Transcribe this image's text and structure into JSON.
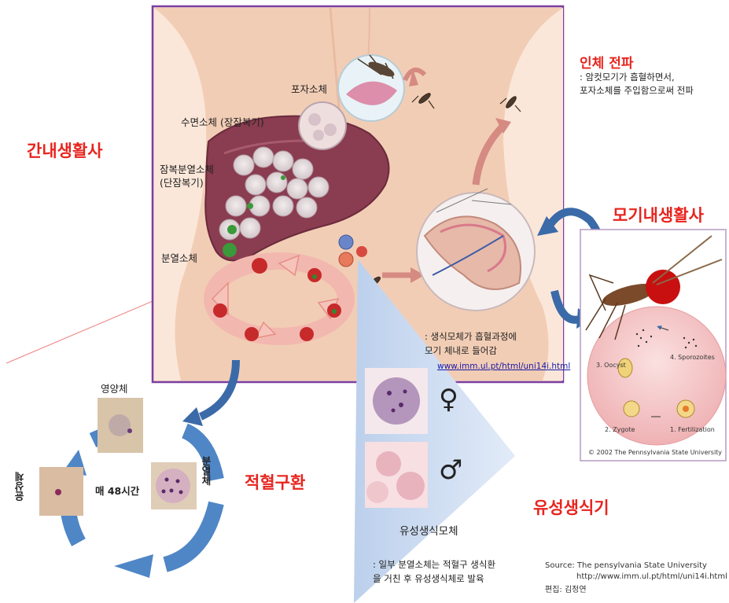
{
  "diagram": {
    "sections": {
      "liver_cycle": "간내생활사",
      "mosquito_cycle": "모기내생활사",
      "blood_cycle": "적혈구환",
      "sexual_stage": "유성생식기"
    },
    "transmission": {
      "title": "인체 전파",
      "description_line1": ": 암컷모기가 흡혈하면서,",
      "description_line2": "포자소체를 주입함으로써 전파"
    },
    "liver_labels": {
      "sporozoite": "포자소체",
      "hypnozoite": "수면소체 (장잠복기)",
      "latent_schizont_line1": "잠복분열소체",
      "latent_schizont_line2": "(단잠복기)",
      "merozoite": "분열소체"
    },
    "gametocyte_note": {
      "line1": ": 생식모체가 흡혈과정에",
      "line2": "모기 체내로 들어감",
      "link": "www.imm.ul.pt/html/uni14i.html"
    },
    "blood_cycle_labels": {
      "trophozoite": "영양체",
      "schizont": "분열체",
      "ring_form": "윤상체",
      "period": "매 48시간"
    },
    "sexual": {
      "female_symbol": "♀",
      "male_symbol": "♂",
      "gametocyte": "유성생식모체",
      "note_line1": ": 일부 분열소체는 적혈구 생식환",
      "note_line2": "을 거친 후 유성생식체로 발육"
    },
    "mosquito_panel": {
      "stage_oocyst": "3. Oocyst",
      "stage_sporozoites": "4. Sporozoites",
      "stage_zygote": "2. Zygote",
      "stage_fertilization": "1. Fertilization",
      "copyright": "© 2002  The Pennsylvania State University"
    },
    "credits": {
      "source_line1": "Source: The pensylvania State University",
      "source_line2": "http://www.imm.ul.pt/html/uni14i.html",
      "editor": "편집: 김정연"
    },
    "colors": {
      "title_red": "#e8241e",
      "body_frame": "#7b3fa0",
      "skin": "#f2d3bf",
      "liver": "#8a3c50",
      "arrow_blue": "#3b6aa8",
      "arrow_pink": "#d58a82",
      "triangle_blue": "#a9c2e6"
    }
  }
}
